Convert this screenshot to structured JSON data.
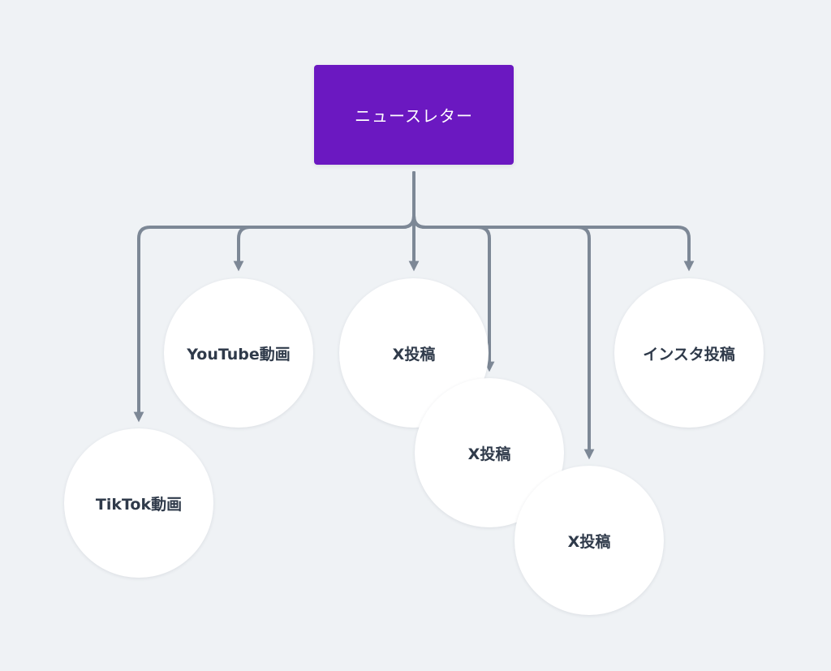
{
  "root": {
    "label": "ニュースレター"
  },
  "children": [
    {
      "id": "tiktok",
      "label": "TikTok動画"
    },
    {
      "id": "youtube",
      "label": "YouTube動画"
    },
    {
      "id": "x1",
      "label": "X投稿"
    },
    {
      "id": "x2",
      "label": "X投稿"
    },
    {
      "id": "x3",
      "label": "X投稿"
    },
    {
      "id": "instagram",
      "label": "インスタ投稿"
    }
  ],
  "colors": {
    "background": "#eff2f5",
    "root_fill": "#6b18c1",
    "root_text": "#ffffff",
    "node_fill": "#ffffff",
    "node_text": "#2f3a4a",
    "connector": "#7d8896"
  }
}
